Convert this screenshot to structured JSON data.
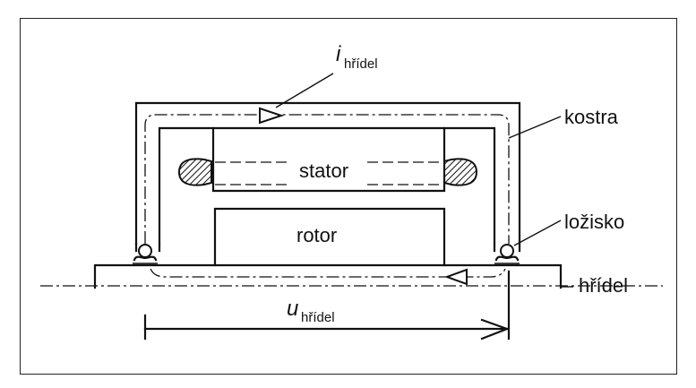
{
  "labels": {
    "stator": "stator",
    "rotor": "rotor",
    "kostra": "kostra",
    "lozisko": "ložisko",
    "hridel": "hřídel",
    "current_symbol": "i",
    "current_subscript": "hřídel",
    "voltage_symbol": "u",
    "voltage_subscript": "hřídel"
  },
  "colors": {
    "ink": "#111111",
    "background": "#ffffff",
    "hatch": "#111111"
  }
}
